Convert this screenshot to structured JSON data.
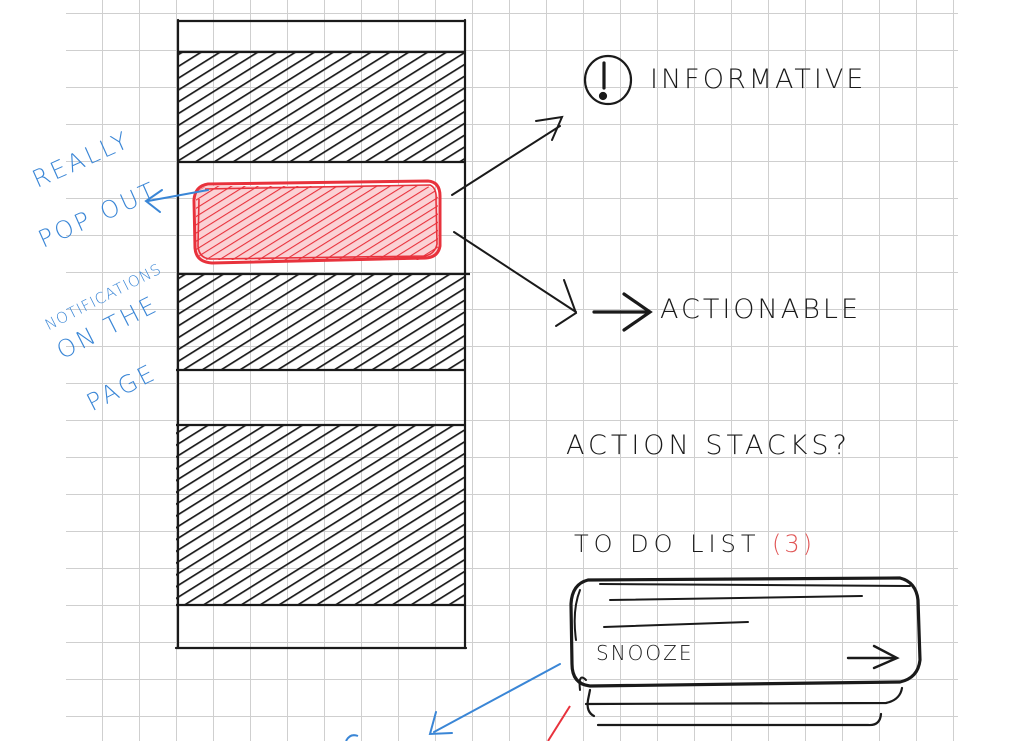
{
  "colors": {
    "ink": "#1a1a1a",
    "note_blue": "#3a86d6",
    "highlight_red": "#e8323c",
    "highlight_fill": "#f28b92",
    "grid": "#cfcfcf"
  },
  "icons": [
    "exclamation-circle-icon",
    "arrow-right-icon"
  ],
  "labels": {
    "informative": "Informative",
    "actionable": "Actionable",
    "action_stacks": "Action stacks?",
    "todo_list": "To do list",
    "todo_count": "(3)",
    "snooze": "Snooze"
  },
  "notes": {
    "line1": "Really",
    "line2": "Pop out",
    "line3": "notifications",
    "line4": "on the",
    "line5": "page"
  }
}
